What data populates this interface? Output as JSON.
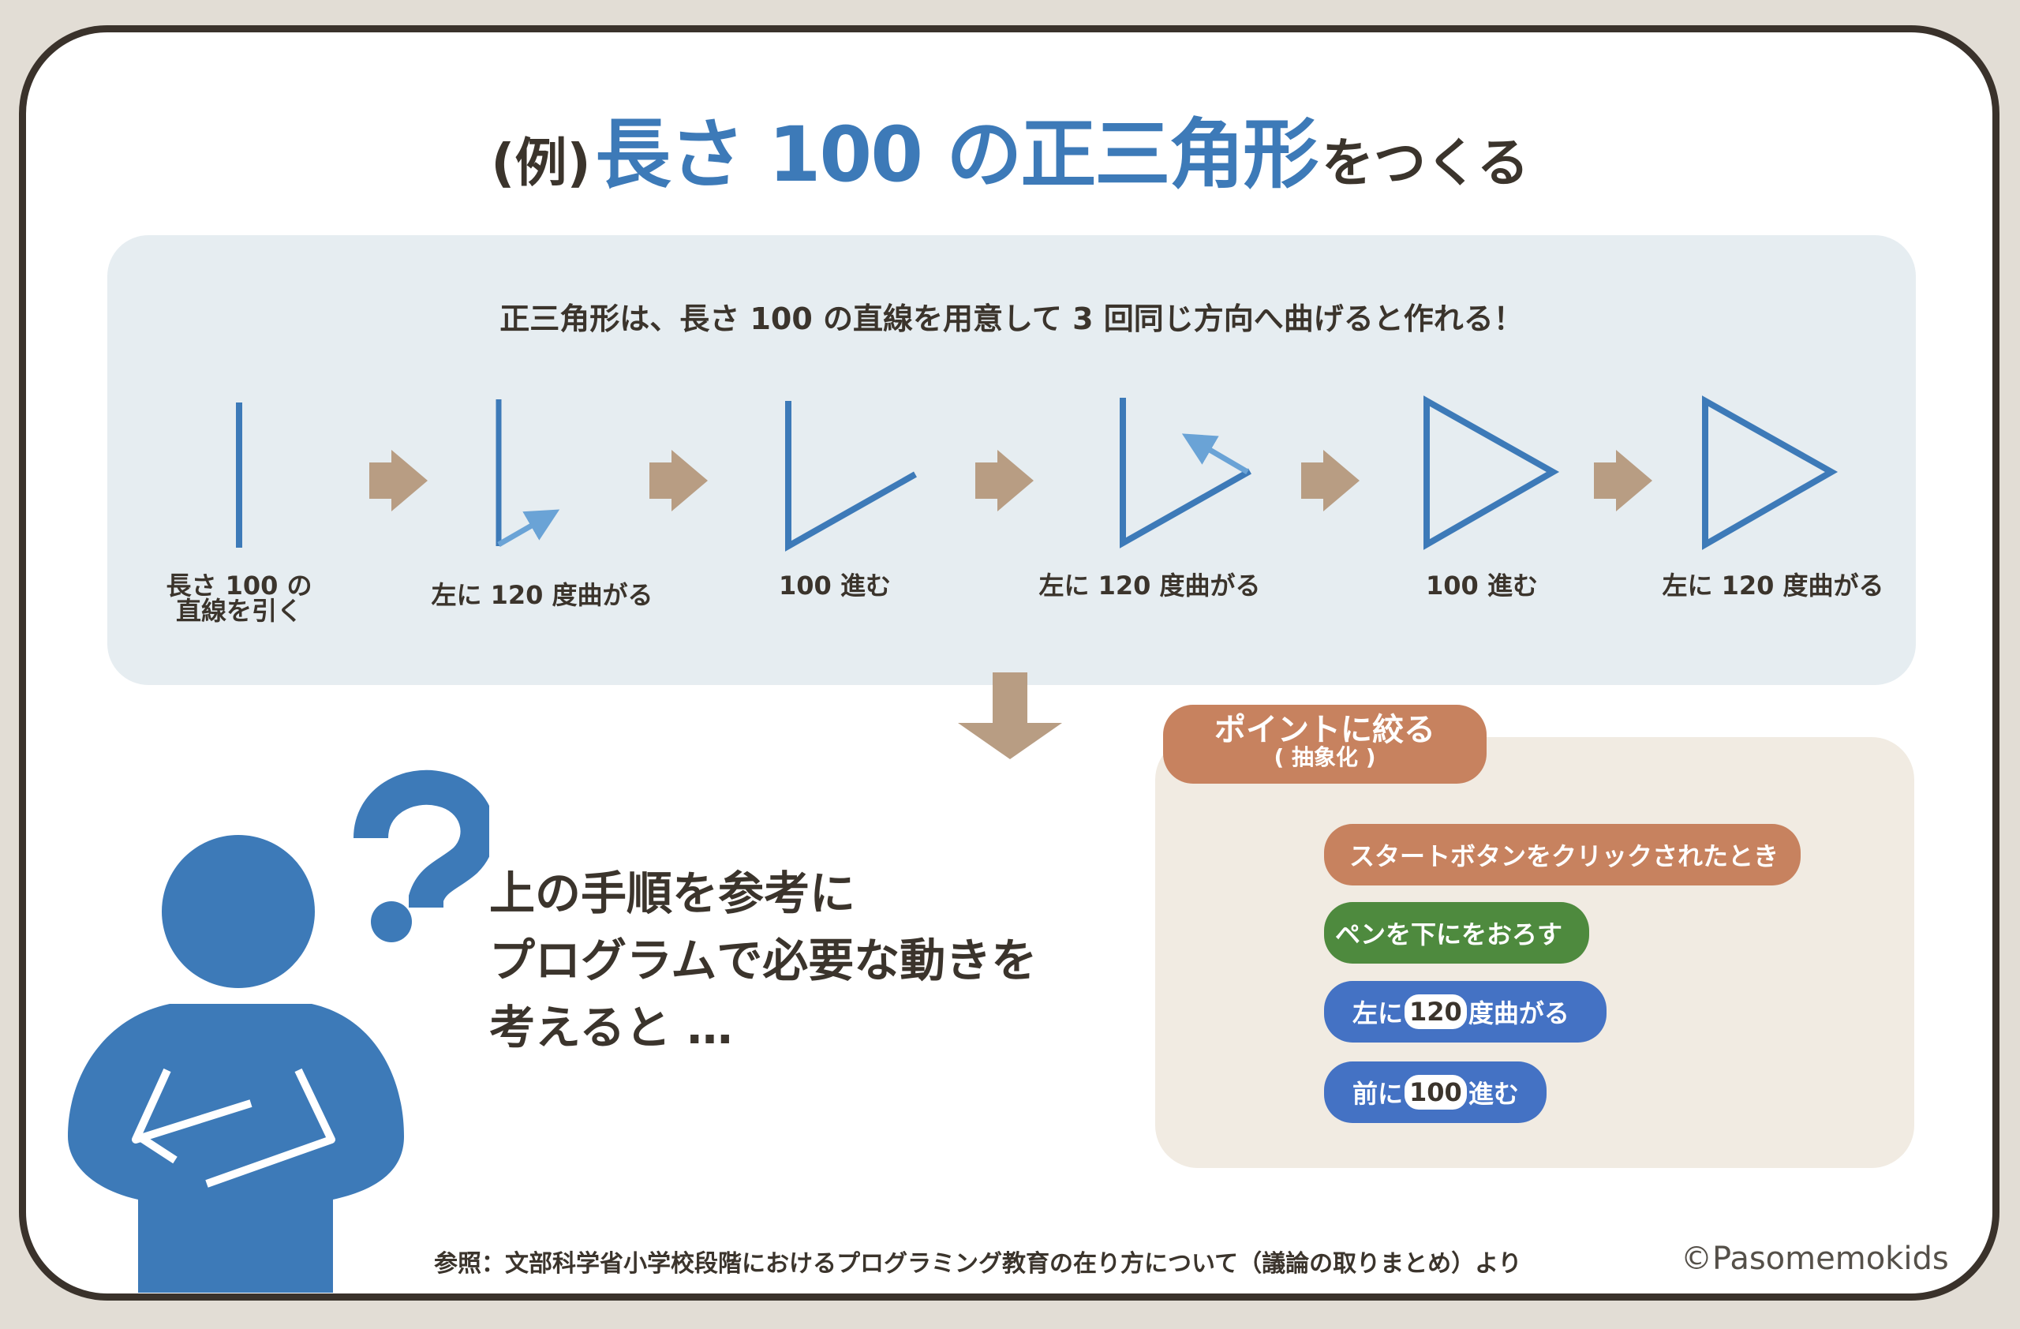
{
  "title": {
    "prefix": "(例)",
    "highlight": "長さ 100 の正三角形",
    "suffix": "をつくる"
  },
  "steps_panel": {
    "headline": "正三角形は、長さ 100 の直線を用意して 3 回同じ方向へ曲げると作れる！",
    "steps": [
      {
        "label_line1": "長さ 100 の",
        "label_line2": "直線を引く"
      },
      {
        "label": "左に 120 度曲がる"
      },
      {
        "label": "100 進む"
      },
      {
        "label": "左に 120 度曲がる"
      },
      {
        "label": "100 進む"
      },
      {
        "label": "左に 120 度曲がる"
      }
    ]
  },
  "question": {
    "line1": "上の手順を参考に",
    "line2": "プログラムで必要な動きを",
    "line3": "考えると …"
  },
  "point": {
    "tab_title": "ポイントに絞る",
    "tab_subtitle": "( 抽象化 )",
    "blocks": {
      "event": "スタートボタンをクリックされたとき",
      "pen": "ペンを下にをおろす",
      "turn_prefix": "左に",
      "turn_value": "120",
      "turn_suffix": "度曲がる",
      "move_prefix": "前に",
      "move_value": "100",
      "move_suffix": "進む"
    }
  },
  "footer": {
    "reference": "参照：文部科学省小学校段階におけるプログラミング教育の在り方について（議論の取りまとめ）より",
    "credit": "©Pasomemokids"
  },
  "colors": {
    "blue": "#3d7ab8",
    "arrow_tan": "#b89d83",
    "event_block": "#c7825f",
    "pen_block": "#4e8a3e",
    "motion_block": "#4472c4"
  }
}
